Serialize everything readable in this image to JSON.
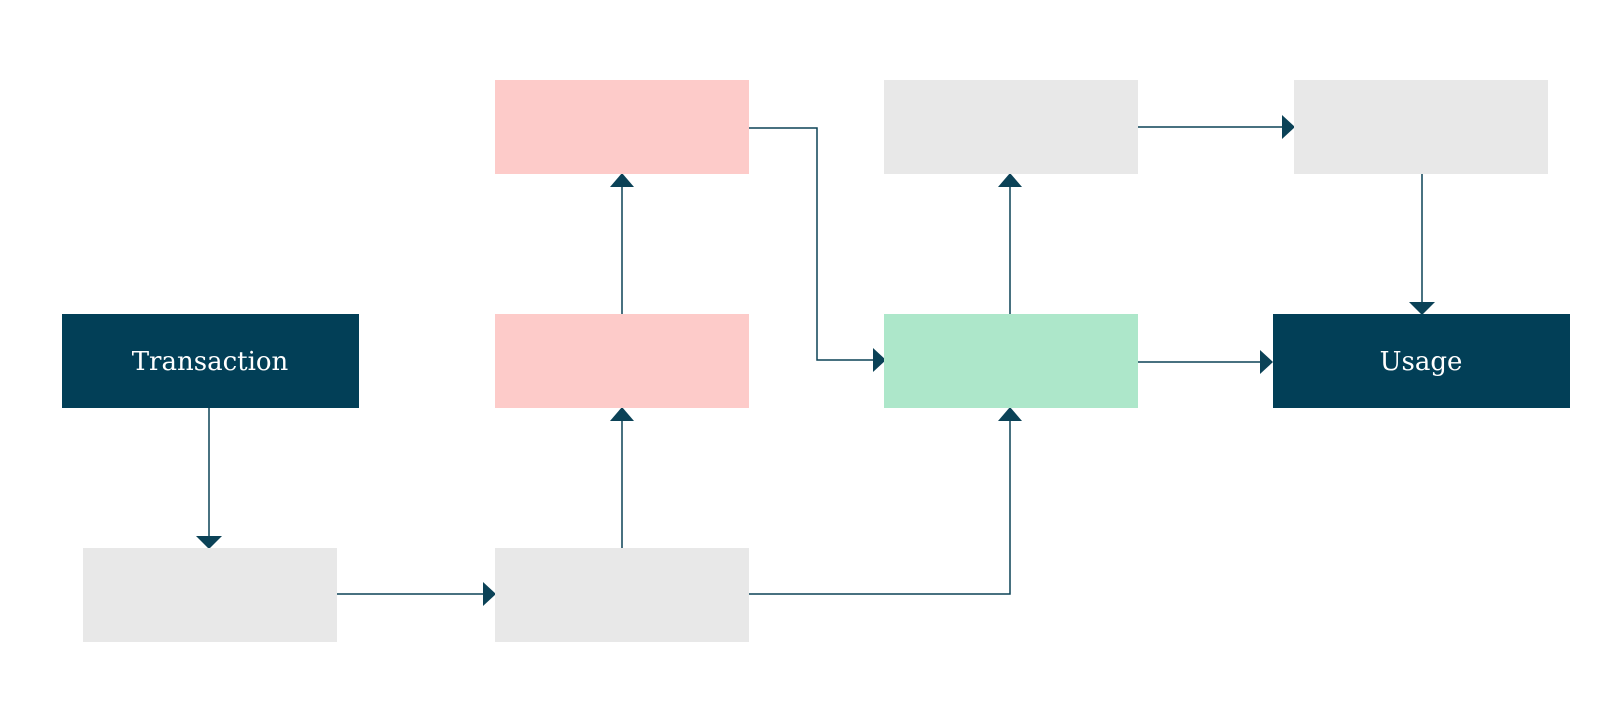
{
  "nodes": [
    {
      "id": "transaction",
      "label": "Transaction",
      "style": "dark"
    },
    {
      "id": "step1",
      "label": "",
      "style": "gray"
    },
    {
      "id": "step2",
      "label": "",
      "style": "gray"
    },
    {
      "id": "pink-mid",
      "label": "",
      "style": "pink"
    },
    {
      "id": "pink-top",
      "label": "",
      "style": "pink"
    },
    {
      "id": "green",
      "label": "",
      "style": "green"
    },
    {
      "id": "gray-top-mid",
      "label": "",
      "style": "gray"
    },
    {
      "id": "gray-top-right",
      "label": "",
      "style": "gray"
    },
    {
      "id": "usage",
      "label": "Usage",
      "style": "dark"
    }
  ],
  "edges": [
    {
      "from": "transaction",
      "to": "step1"
    },
    {
      "from": "step1",
      "to": "step2"
    },
    {
      "from": "step2",
      "to": "pink-mid"
    },
    {
      "from": "pink-mid",
      "to": "pink-top"
    },
    {
      "from": "pink-top",
      "to": "green"
    },
    {
      "from": "step2",
      "to": "green"
    },
    {
      "from": "green",
      "to": "gray-top-mid"
    },
    {
      "from": "gray-top-mid",
      "to": "gray-top-right"
    },
    {
      "from": "gray-top-right",
      "to": "usage"
    },
    {
      "from": "green",
      "to": "usage"
    }
  ],
  "colors": {
    "dark": "#023f57",
    "gray": "#e8e8e8",
    "pink": "#fdcbc9",
    "green": "#ade7ca",
    "line": "#0b4257",
    "label": "#ffffff"
  }
}
